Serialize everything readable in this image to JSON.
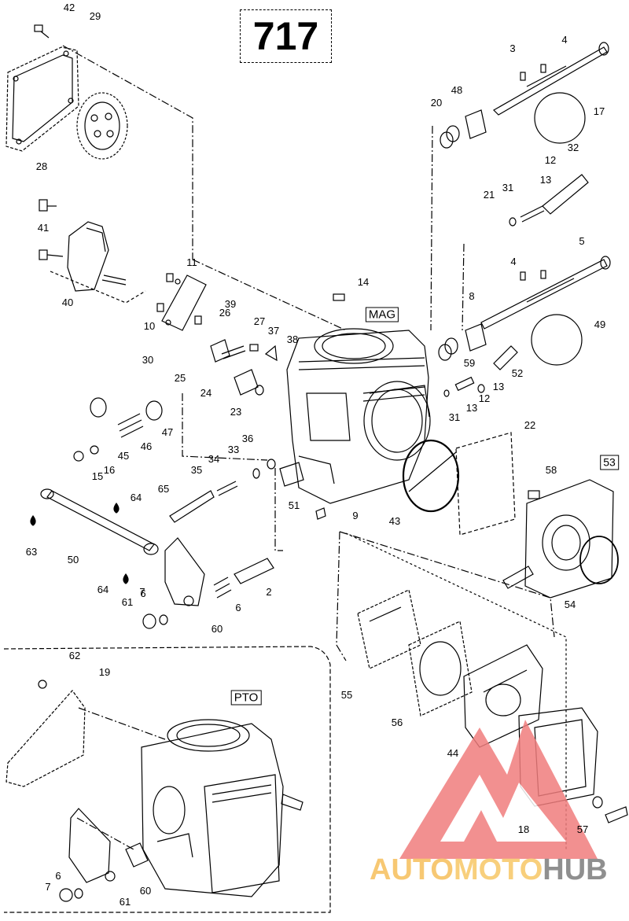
{
  "diagram": {
    "code": "717",
    "tags": {
      "mag": "MAG",
      "pto": "PTO",
      "part53": "53"
    },
    "callouts": [
      "42",
      "29",
      "28",
      "41",
      "40",
      "11",
      "10",
      "30",
      "39",
      "26",
      "27",
      "37",
      "38",
      "25",
      "24",
      "14",
      "23",
      "47",
      "46",
      "45",
      "16",
      "15",
      "36",
      "35",
      "34",
      "33",
      "65",
      "64",
      "63",
      "50",
      "2",
      "6",
      "7",
      "61",
      "60",
      "51",
      "9",
      "43",
      "62",
      "19",
      "4",
      "3",
      "17",
      "20",
      "48",
      "32",
      "12",
      "13",
      "31",
      "21",
      "5",
      "49",
      "8",
      "59",
      "52",
      "22",
      "58",
      "54",
      "55",
      "56",
      "44",
      "18",
      "57"
    ]
  },
  "watermark": {
    "part1": "AUTO",
    "part2": "MOTO",
    "part3": "HUB"
  },
  "colors": {
    "ink": "#000000",
    "logo_red": "#f07d7d",
    "logo_orange": "#f7c873",
    "logo_gray": "#8f8f8f"
  }
}
